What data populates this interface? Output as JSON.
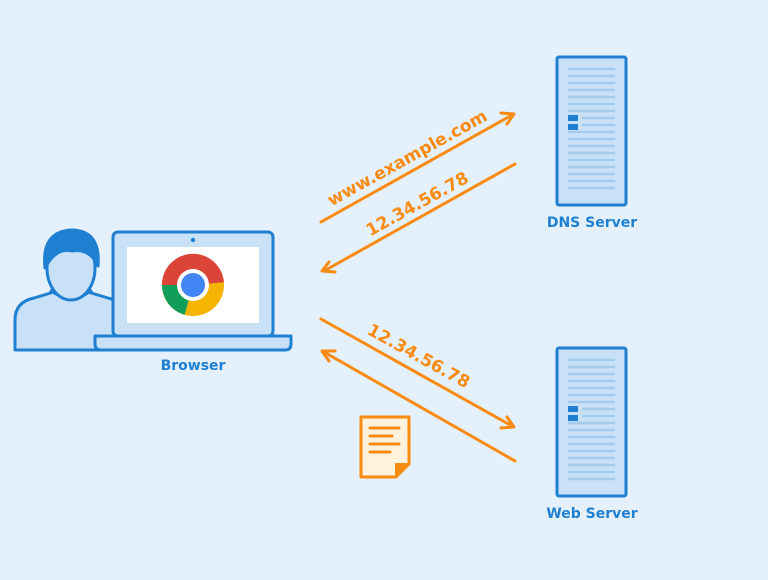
{
  "colors": {
    "background": "#e4f0fb",
    "primary_blue": "#1f7fd0",
    "light_blue": "#c9e1f7",
    "arrow_orange": "#f98a12",
    "doc_fill": "#fff2dc"
  },
  "nodes": {
    "browser": {
      "label": "Browser",
      "icons": [
        "user-icon",
        "laptop-icon",
        "chrome-logo-icon"
      ]
    },
    "dns_server": {
      "label": "DNS Server",
      "icons": [
        "server-tower-icon"
      ]
    },
    "web_server": {
      "label": "Web Server",
      "icons": [
        "server-tower-icon"
      ]
    }
  },
  "flows": [
    {
      "from": "browser",
      "to": "dns_server",
      "label": "www.example.com"
    },
    {
      "from": "dns_server",
      "to": "browser",
      "label": "12.34.56.78"
    },
    {
      "from": "browser",
      "to": "web_server",
      "label": "12.34.56.78"
    },
    {
      "from": "web_server",
      "to": "browser",
      "label": "",
      "icon": "document-icon"
    }
  ]
}
